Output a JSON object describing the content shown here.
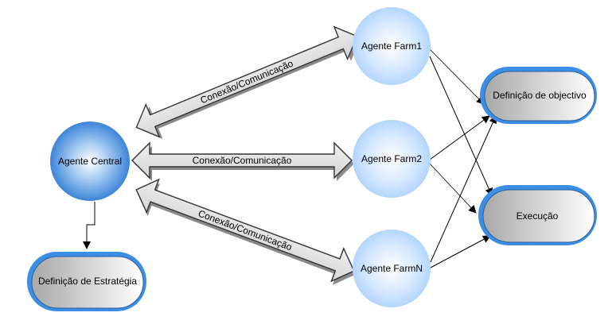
{
  "diagram": {
    "central_agent": {
      "label": "Agente Central"
    },
    "farm_agents": [
      {
        "label": "Agente Farm1"
      },
      {
        "label": "Agente Farm2"
      },
      {
        "label": "Agente FarmN"
      }
    ],
    "processes": {
      "objective": {
        "label": "Definição de objectivo"
      },
      "execution": {
        "label": "Execução"
      },
      "strategy": {
        "label": "Definição de Estratégia"
      }
    },
    "connections": [
      {
        "label": "Conexão/Comunicação",
        "from": "Agente Central",
        "to": "Agente Farm1",
        "bidirectional": true
      },
      {
        "label": "Conexão/Comunicação",
        "from": "Agente Central",
        "to": "Agente Farm2",
        "bidirectional": true
      },
      {
        "label": "Conexão/Comunicação",
        "from": "Agente Central",
        "to": "Agente FarmN",
        "bidirectional": true
      }
    ],
    "flows": [
      {
        "from": "Agente Farm1",
        "to": "Definição de objectivo"
      },
      {
        "from": "Agente Farm1",
        "to": "Execução"
      },
      {
        "from": "Agente Farm2",
        "to": "Definição de objectivo"
      },
      {
        "from": "Agente Farm2",
        "to": "Execução"
      },
      {
        "from": "Agente FarmN",
        "to": "Definição de objectivo"
      },
      {
        "from": "Agente FarmN",
        "to": "Execução"
      },
      {
        "from": "Agente Central",
        "to": "Definição de Estratégia"
      }
    ],
    "colors": {
      "central_fill_edge": "#3d85d8",
      "farm_fill_edge": "#b3d6ff",
      "pill_border": "#3a8ee6",
      "connector_fill": "#e6e6e6"
    }
  }
}
